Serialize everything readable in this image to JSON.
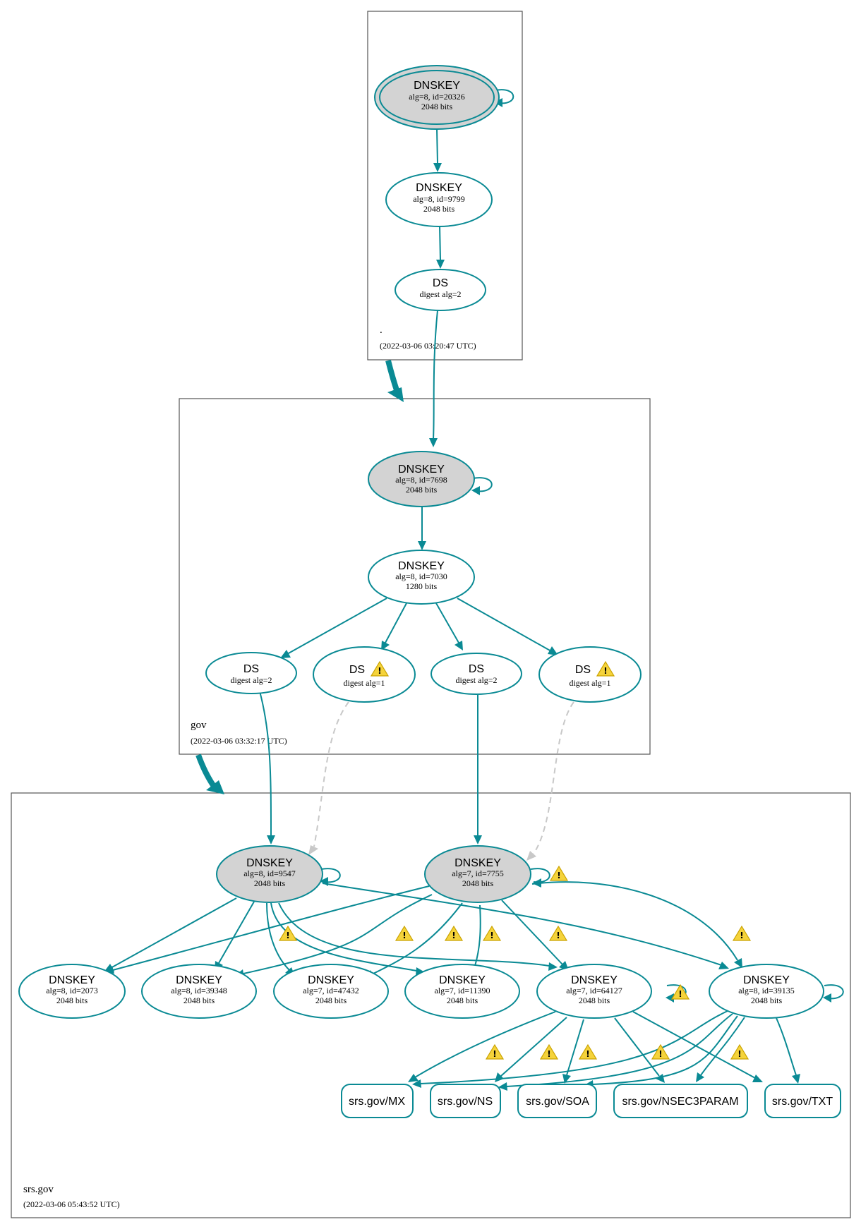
{
  "zones": {
    "root": {
      "name": ".",
      "timestamp": "(2022-03-06 03:20:47 UTC)"
    },
    "gov": {
      "name": "gov",
      "timestamp": "(2022-03-06 03:32:17 UTC)"
    },
    "srs": {
      "name": "srs.gov",
      "timestamp": "(2022-03-06 05:43:52 UTC)"
    }
  },
  "nodes": {
    "root_ksk": {
      "type": "DNSKEY",
      "detail": "alg=8, id=20326",
      "bits": "2048 bits"
    },
    "root_zsk": {
      "type": "DNSKEY",
      "detail": "alg=8, id=9799",
      "bits": "2048 bits"
    },
    "root_ds": {
      "type": "DS",
      "detail": "digest alg=2"
    },
    "gov_ksk": {
      "type": "DNSKEY",
      "detail": "alg=8, id=7698",
      "bits": "2048 bits"
    },
    "gov_zsk": {
      "type": "DNSKEY",
      "detail": "alg=8, id=7030",
      "bits": "1280 bits"
    },
    "gov_ds1": {
      "type": "DS",
      "detail": "digest alg=2"
    },
    "gov_ds2": {
      "type": "DS",
      "detail": "digest alg=1"
    },
    "gov_ds3": {
      "type": "DS",
      "detail": "digest alg=2"
    },
    "gov_ds4": {
      "type": "DS",
      "detail": "digest alg=1"
    },
    "srs_k9547": {
      "type": "DNSKEY",
      "detail": "alg=8, id=9547",
      "bits": "2048 bits"
    },
    "srs_k7755": {
      "type": "DNSKEY",
      "detail": "alg=7, id=7755",
      "bits": "2048 bits"
    },
    "srs_k2073": {
      "type": "DNSKEY",
      "detail": "alg=8, id=2073",
      "bits": "2048 bits"
    },
    "srs_k39348": {
      "type": "DNSKEY",
      "detail": "alg=8, id=39348",
      "bits": "2048 bits"
    },
    "srs_k47432": {
      "type": "DNSKEY",
      "detail": "alg=7, id=47432",
      "bits": "2048 bits"
    },
    "srs_k11390": {
      "type": "DNSKEY",
      "detail": "alg=7, id=11390",
      "bits": "2048 bits"
    },
    "srs_k64127": {
      "type": "DNSKEY",
      "detail": "alg=7, id=64127",
      "bits": "2048 bits"
    },
    "srs_k39135": {
      "type": "DNSKEY",
      "detail": "alg=8, id=39135",
      "bits": "2048 bits"
    }
  },
  "rrsets": {
    "mx": "srs.gov/MX",
    "ns": "srs.gov/NS",
    "soa": "srs.gov/SOA",
    "nsec3param": "srs.gov/NSEC3PARAM",
    "txt": "srs.gov/TXT"
  },
  "colors": {
    "secure": "#0a8a94",
    "insecure_link": "#c8c8c8",
    "sep_fill": "#d3d3d3",
    "warning": "#f5d33b"
  },
  "icons": {
    "warning": "warning-triangle-icon"
  }
}
